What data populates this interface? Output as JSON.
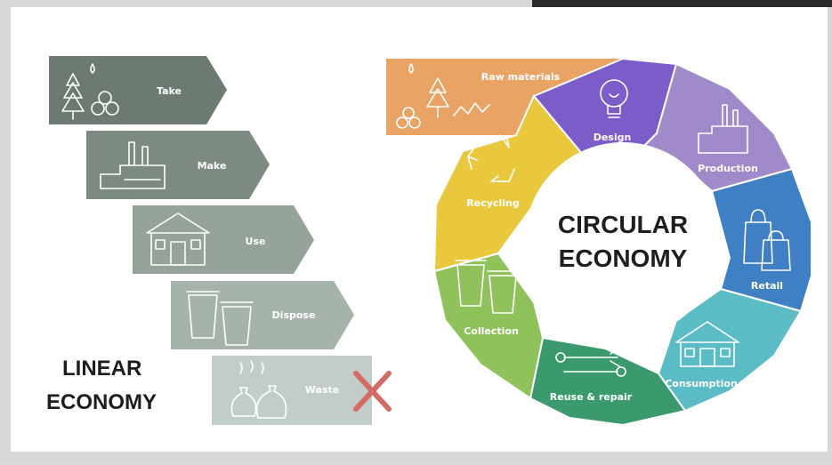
{
  "linear": {
    "steps": [
      {
        "label": "Take",
        "color": "#6d7a72"
      },
      {
        "label": "Make",
        "color": "#7c8a82"
      },
      {
        "label": "Use",
        "color": "#95a39b"
      },
      {
        "label": "Dispose",
        "color": "#a6b3ab"
      },
      {
        "label": "Waste",
        "color": "#c3cdc7"
      }
    ],
    "title_line1": "LINEAR",
    "title_line2": "ECONOMY",
    "cross_color": "#d46a64"
  },
  "circular": {
    "center_line1": "CIRCULAR",
    "center_line2": "ECONOMY",
    "raw_materials": {
      "label": "Raw materials",
      "color": "#e9a364"
    },
    "segments": [
      {
        "label": "Design",
        "color": "#7b5cc8",
        "icon": "lightbulb-icon"
      },
      {
        "label": "Production",
        "color": "#a18ac9",
        "icon": "factory-icon"
      },
      {
        "label": "Retail",
        "color": "#3f7fc3",
        "icon": "shopping-bag-icon"
      },
      {
        "label": "Consumption",
        "color": "#5cbcc6",
        "icon": "house-icon"
      },
      {
        "label": "Reuse & repair",
        "color": "#3a9a6e",
        "icon": "wrench-icon"
      },
      {
        "label": "Collection",
        "color": "#8fc25a",
        "icon": "trash-bins-icon"
      },
      {
        "label": "Recycling",
        "color": "#e9c83d",
        "icon": "recycle-icon"
      }
    ]
  }
}
